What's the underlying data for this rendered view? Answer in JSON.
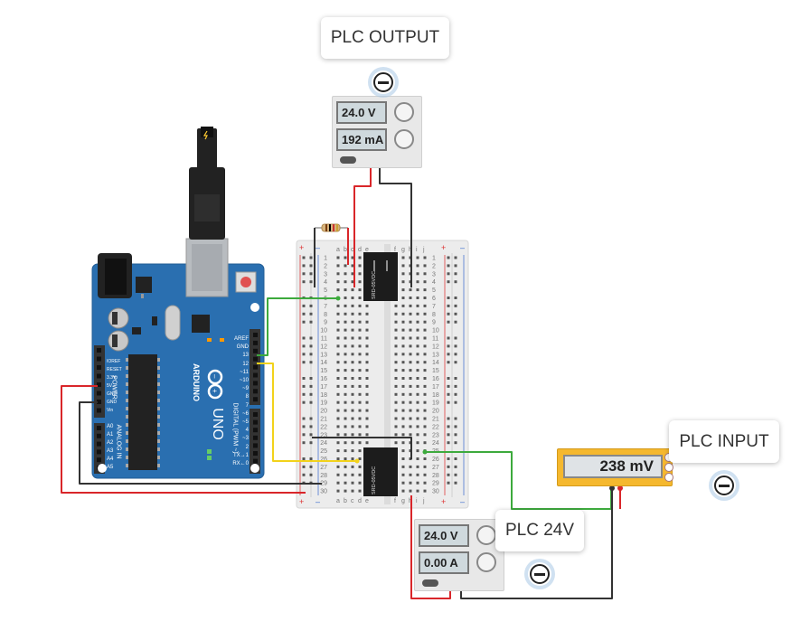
{
  "callouts": {
    "plc_output": "PLC OUTPUT",
    "plc_input": "PLC INPUT",
    "plc_24v": "PLC 24V"
  },
  "psu_top": {
    "voltage": "24.0 V",
    "current": "192 mA"
  },
  "psu_bottom": {
    "voltage": "24.0 V",
    "current": "0.00 A"
  },
  "multimeter": {
    "reading": "238 mV"
  },
  "arduino": {
    "brand": "ARDUINO",
    "model": "UNO",
    "power_labels": [
      "IOREF",
      "RESET",
      "3.3V",
      "5V",
      "GND",
      "GND",
      "Vin"
    ],
    "power_title": "POWER",
    "analog_labels": [
      "A0",
      "A1",
      "A2",
      "A3",
      "A4",
      "A5"
    ],
    "analog_title": "ANALOG IN",
    "digital_labels": [
      "AREF",
      "GND",
      "13",
      "12",
      "~11",
      "~10",
      "~9",
      "8",
      "7",
      "~6",
      "~5",
      "4",
      "~3",
      "2",
      "TX→1",
      "RX←0"
    ],
    "digital_title": "DIGITAL (PWM ~)",
    "misc_labels": [
      "TX",
      "RX",
      "L",
      "ON"
    ]
  },
  "breadboard": {
    "col_letters_left": [
      "a",
      "b",
      "c",
      "d",
      "e"
    ],
    "col_letters_right": [
      "f",
      "g",
      "h",
      "i",
      "j"
    ],
    "rows": 30
  },
  "relay_label": "SRD-05VDC",
  "colors": {
    "wire_red": "#d9262a",
    "wire_black": "#333333",
    "wire_green": "#3daa3d",
    "wire_yellow": "#f2d21b",
    "arduino_blue": "#2a6fb0",
    "meter_yellow": "#f5b82e"
  }
}
